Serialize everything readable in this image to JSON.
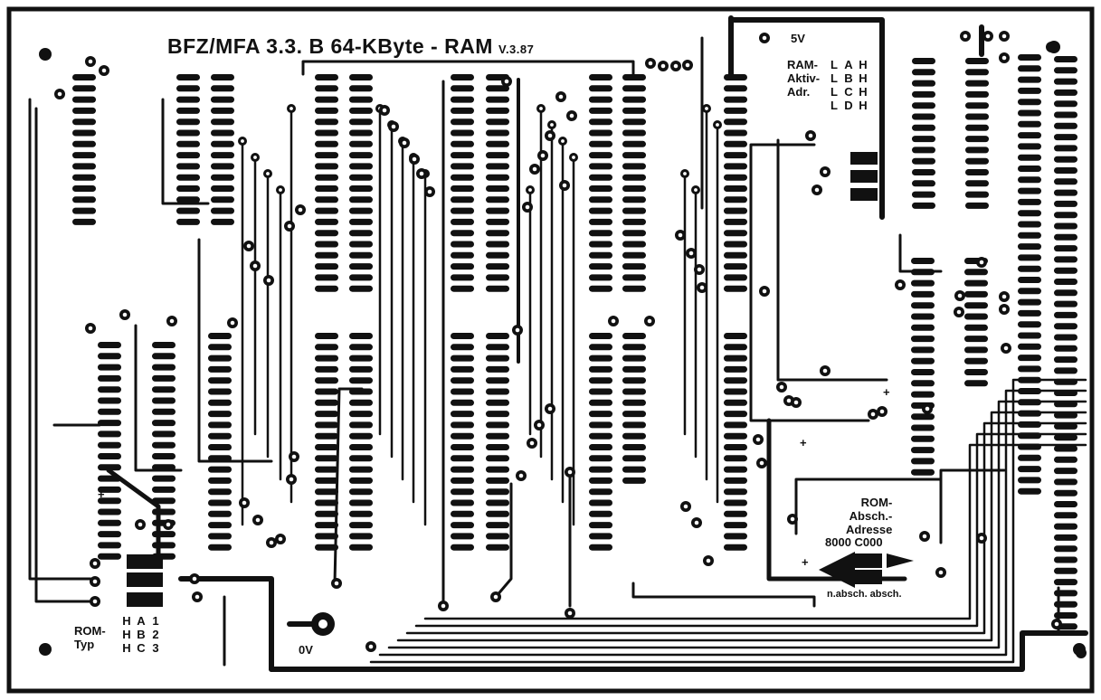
{
  "board": {
    "title": "BFZ/MFA 3.3. B  64-KByte - RAM",
    "version": "V.3.87",
    "supply_label": "5V",
    "ground_label": "0V",
    "ram_jumper": {
      "rows": [
        [
          "RAM-",
          "L",
          "A",
          "H"
        ],
        [
          "Aktiv-",
          "L",
          "B",
          "H"
        ],
        [
          "Adr.",
          "L",
          "C",
          "H"
        ],
        [
          "",
          "L",
          "D",
          "H"
        ]
      ]
    },
    "rom_typ": {
      "label_line1": "ROM-",
      "label_line2": "Typ",
      "rows": [
        [
          "H",
          "A",
          "1"
        ],
        [
          "H",
          "B",
          "2"
        ],
        [
          "H",
          "C",
          "3"
        ]
      ]
    },
    "rom_abschalt": {
      "line1": "ROM-",
      "line2": "Absch.-",
      "line3": "Adresse",
      "addresses": "8000 C000",
      "caption": "n.absch. absch."
    },
    "plus_marks": [
      "+",
      "+",
      "+",
      "+"
    ]
  }
}
